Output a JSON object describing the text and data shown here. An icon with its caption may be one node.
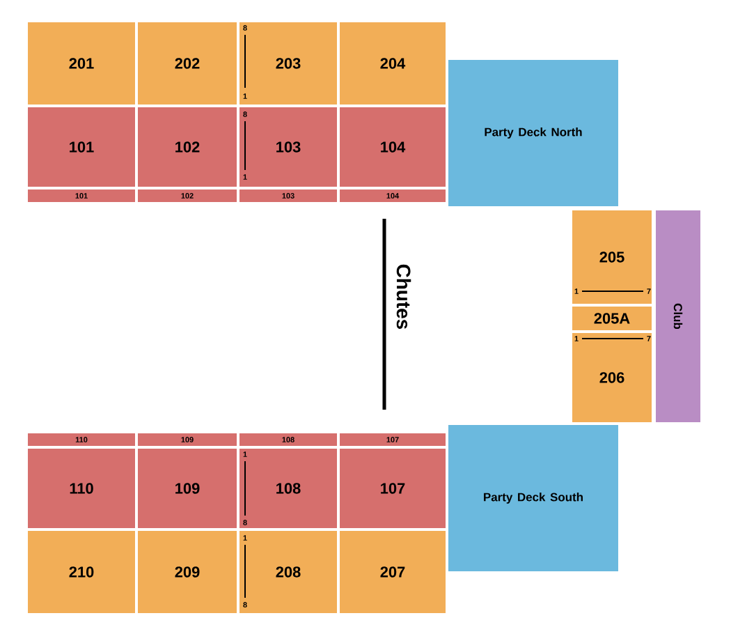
{
  "diagram": {
    "nodes": [
      {
        "text": [
          "201"
        ]
      },
      {
        "text": [
          "202"
        ]
      },
      {
        "text": [
          "203"
        ]
      },
      {
        "text": [
          "204"
        ]
      },
      {
        "text": [
          "Party Deck North"
        ]
      },
      {
        "text": [
          "101"
        ]
      },
      {
        "text": [
          "102"
        ]
      },
      {
        "text": [
          "103"
        ]
      },
      {
        "text": [
          "104"
        ]
      },
      {
        "text": [
          "101"
        ]
      },
      {
        "text": [
          "102"
        ]
      },
      {
        "text": [
          "103"
        ]
      },
      {
        "text": [
          "104"
        ]
      },
      {
        "text": [
          "205"
        ]
      },
      {
        "text": [
          "Club"
        ]
      },
      {
        "text": [
          "205A"
        ]
      },
      {
        "text": [
          "206"
        ]
      },
      {
        "text": [
          "110"
        ]
      },
      {
        "text": [
          "109"
        ]
      },
      {
        "text": [
          "108"
        ]
      },
      {
        "text": [
          "107"
        ]
      },
      {
        "text": [
          "110"
        ]
      },
      {
        "text": [
          "109"
        ]
      },
      {
        "text": [
          "108"
        ]
      },
      {
        "text": [
          "107"
        ]
      },
      {
        "text": [
          "Party Deck South"
        ]
      },
      {
        "text": [
          "210"
        ]
      },
      {
        "text": [
          "209"
        ]
      },
      {
        "text": [
          "208"
        ]
      },
      {
        "text": [
          "207"
        ]
      }
    ],
    "labels": [
      "8",
      "1",
      "8",
      "1",
      "Chutes",
      "1",
      "7",
      "1",
      "7",
      "1",
      "8",
      "1",
      "8"
    ]
  }
}
